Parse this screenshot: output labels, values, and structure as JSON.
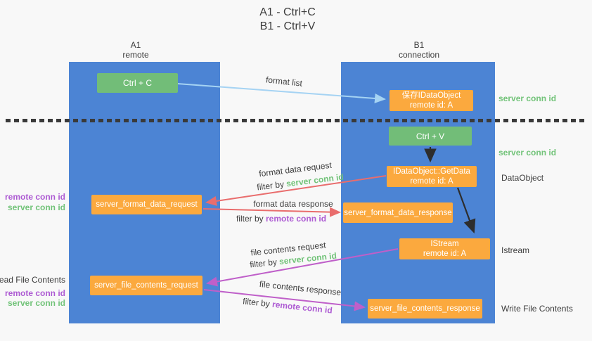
{
  "title": {
    "line1": "A1 - Ctrl+C",
    "line2": "B1 - Ctrl+V"
  },
  "columns": {
    "left": {
      "name": "A1",
      "subtitle": "remote"
    },
    "right": {
      "name": "B1",
      "subtitle": "connection"
    }
  },
  "nodes": {
    "ctrl_c": "Ctrl + C",
    "ctrl_v": "Ctrl + V",
    "save_dataobject": {
      "line1": "保存IDataObject",
      "line2": "remote id: A"
    },
    "getdata": {
      "line1": "IDataObject::GetData",
      "line2": "remote id: A"
    },
    "istream": {
      "line1": "IStream",
      "line2": "remote id: A"
    },
    "format_request": "server_format_data_request",
    "format_response": "server_format_data_response",
    "file_request": "server_file_contents_request",
    "file_response": "server_file_contents_response"
  },
  "arrow_labels": {
    "format_list": "format list",
    "format_data_request": "format data request",
    "format_data_response": "format data response",
    "file_contents_request": "file contents request",
    "file_contents_response": "file contents response",
    "filter_by": "filter by",
    "server_conn_id": "server conn id",
    "remote_conn_id": "remote conn id"
  },
  "side_labels": {
    "server_conn_id": "server conn id",
    "remote_conn_id": "remote conn id",
    "read_file_contents": "Read File Contents",
    "write_file_contents": "Write File Contents",
    "dataobject": "DataObject",
    "istream": "Istream"
  },
  "colors": {
    "background": "#f8f8f8",
    "column_blue": "#4c84d4",
    "box_green": "#72bd78",
    "box_orange": "#fba93e",
    "text_white": "#ffffff",
    "label_dark": "#3d3d3d",
    "green_label": "#72c379",
    "purple_label": "#ad5bd3",
    "arrow_blue": "#a5d3f3",
    "arrow_red": "#e96d6d",
    "arrow_magenta": "#bf5fc9",
    "arrow_black": "#2d2d2d",
    "divider": "#3a3a3a"
  }
}
